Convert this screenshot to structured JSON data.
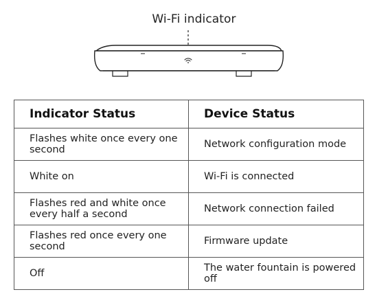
{
  "caption": "Wi-Fi indicator",
  "table": {
    "headers": [
      "Indicator Status",
      "Device Status"
    ],
    "rows": [
      {
        "indicator": "Flashes white once every one second",
        "device": "Network configuration mode"
      },
      {
        "indicator": "White on",
        "device": "Wi-Fi is connected"
      },
      {
        "indicator": "Flashes red and white once every half a second",
        "device": "Network connection failed"
      },
      {
        "indicator": "Flashes red once every one second",
        "device": "Firmware update"
      },
      {
        "indicator": "Off",
        "device": "The water fountain is powered off"
      }
    ]
  },
  "icons": {
    "indicator_light": "wifi-icon"
  }
}
